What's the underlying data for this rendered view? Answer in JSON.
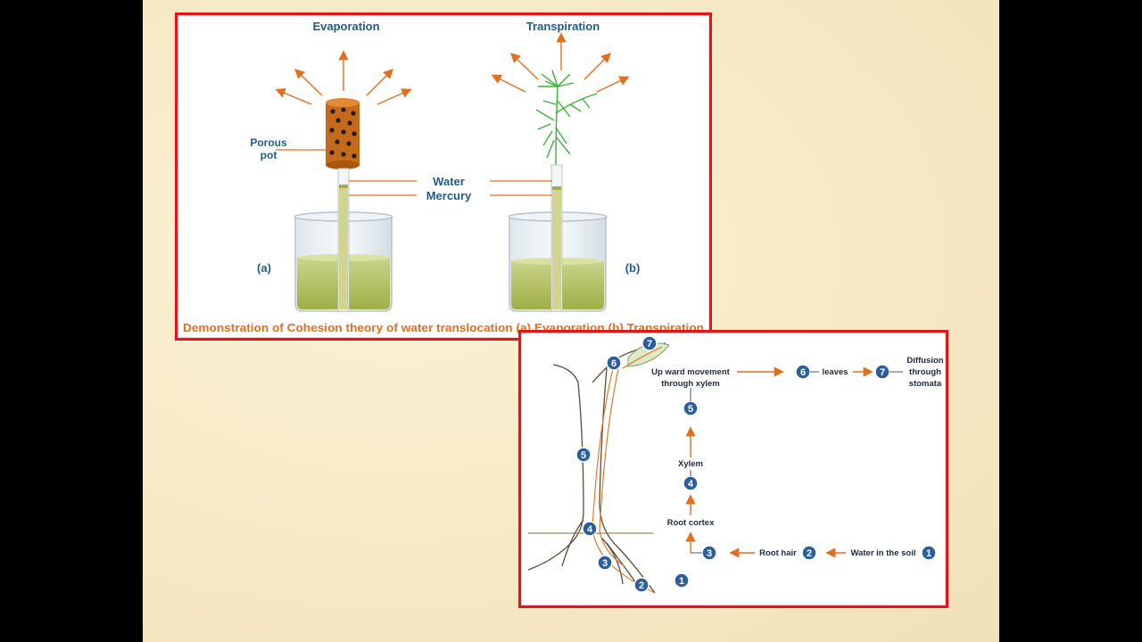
{
  "diagram_a": {
    "evaporation": "Evaporation",
    "transpiration": "Transpiration",
    "porous_pot": "Porous",
    "porous_pot_2": "pot",
    "water": "Water",
    "mercury": "Mercury",
    "label_a": "(a)",
    "label_b": "(b)",
    "caption": "Demonstration of Cohesion theory of water translocation (a) Evaporation (b) Transpiration"
  },
  "diagram_b": {
    "upward_1": "Up ward movement",
    "upward_2": "through xylem",
    "leaves": "leaves",
    "diffusion_1": "Diffusion",
    "diffusion_2": "through",
    "diffusion_3": "stomata",
    "xylem": "Xylem",
    "root_cortex": "Root cortex",
    "root_hair": "Root hair",
    "water_soil": "Water in the soil",
    "n1": "1",
    "n2": "2",
    "n3": "3",
    "n4": "4",
    "n5": "5",
    "n6": "6",
    "n7": "7"
  },
  "colors": {
    "border": "#e0161b",
    "arrow": "#e0701f",
    "label_blue": "#1f5d88",
    "badge": "#2a5f9c"
  }
}
